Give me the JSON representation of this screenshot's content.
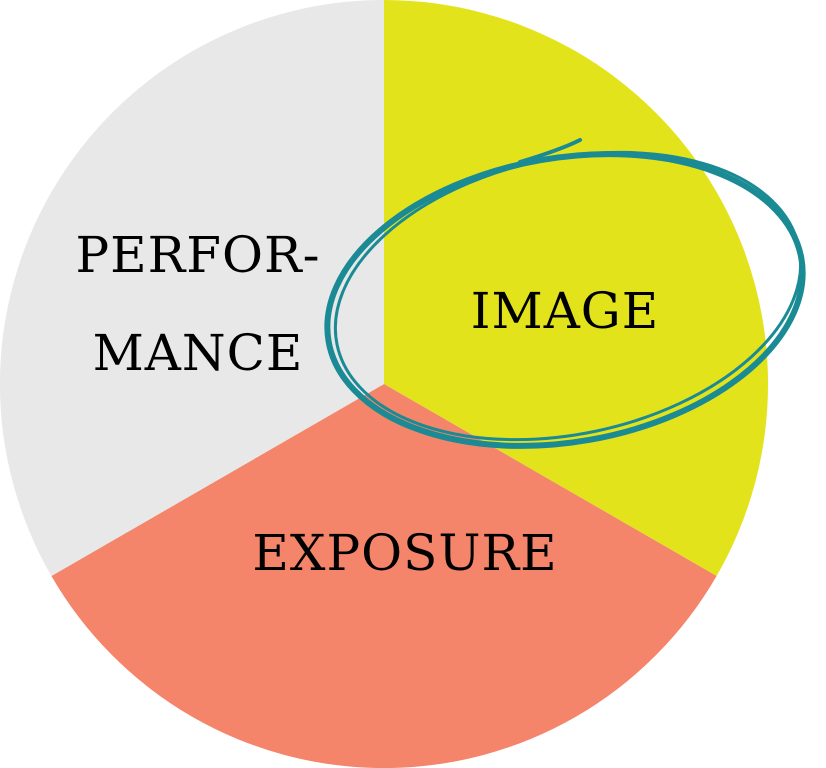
{
  "diagram": {
    "segments": [
      {
        "label": "IMAGE",
        "color": "#E3E31C"
      },
      {
        "label": "EXPOSURE",
        "color": "#F4856A"
      },
      {
        "label_line1": "PERFOR-",
        "label_line2": "MANCE",
        "color": "#E8E8E8"
      }
    ],
    "highlight": {
      "target": "IMAGE",
      "color": "#1A8A94"
    }
  }
}
